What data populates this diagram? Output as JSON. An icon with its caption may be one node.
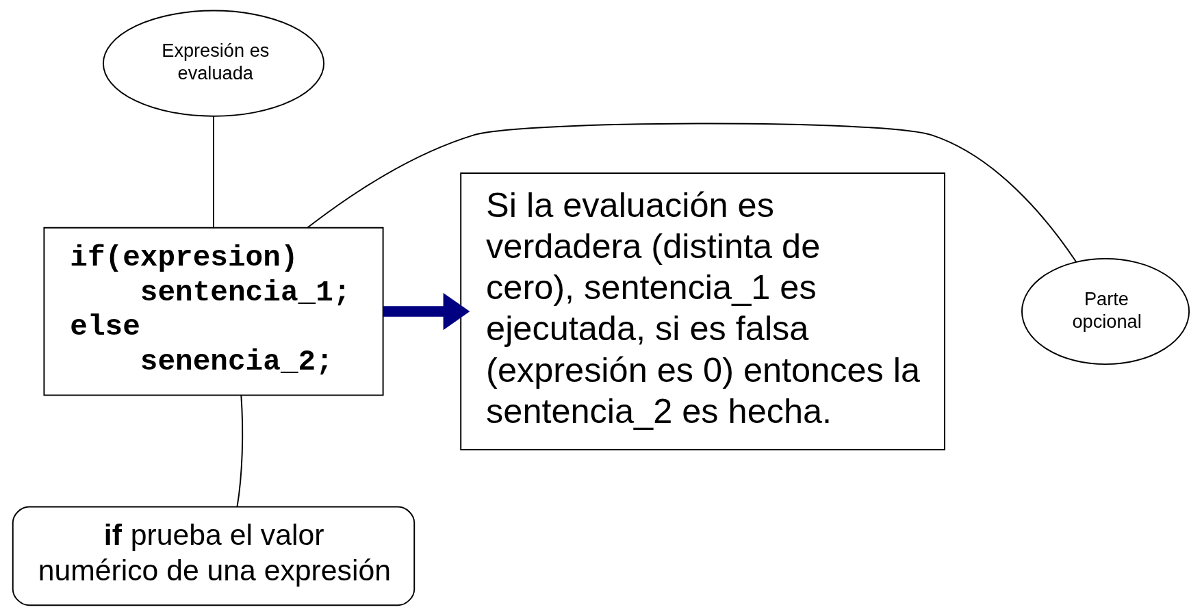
{
  "diagram": {
    "nodes": [
      {
        "text": [
          "if(expresion)",
          "sentencia_1;",
          "else",
          "senencia_2;"
        ]
      },
      {
        "text": [
          "Expresión es evaluada"
        ]
      },
      {
        "text": [
          "Parte opcional"
        ]
      },
      {
        "text": [
          "**if** prueba el valor numérico de una expresión"
        ]
      },
      {
        "text": [
          "Si la evaluación es verdadera (distinta de cero), sentencia_1 es ejecutada, si es falsa (expresión es 0) entonces la sentencia_2 es hecha."
        ]
      }
    ],
    "edges": [
      {
        "from": 1,
        "to": 0,
        "arrow": "none"
      },
      {
        "from": 2,
        "to": 0,
        "arrow": "none"
      },
      {
        "from": 3,
        "to": 0,
        "arrow": "none"
      },
      {
        "from": 0,
        "to": 4,
        "arrow": "to",
        "style": "thick",
        "color": "#000080"
      }
    ]
  }
}
